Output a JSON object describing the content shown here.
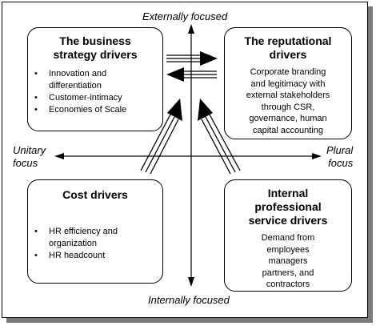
{
  "axes": {
    "top": "Externally focused",
    "bottom": "Internally focused",
    "left_line1": "Unitary",
    "left_line2": "focus",
    "right_line1": "Plural",
    "right_line2": "focus"
  },
  "boxes": {
    "business_strategy": {
      "title_line1": "The business",
      "title_line2": "strategy drivers",
      "items": [
        "Innovation and",
        "differentiation",
        "Customer-intimacy",
        "Economies of Scale"
      ]
    },
    "reputational": {
      "title_line1": "The reputational",
      "title_line2": "drivers",
      "text_lines": [
        "Corporate branding",
        "and legitimacy with",
        "external stakeholders",
        "through CSR,",
        "governance, human",
        "capital accounting"
      ]
    },
    "cost": {
      "title": "Cost drivers",
      "items": [
        "HR efficiency and",
        "organization",
        "HR headcount"
      ]
    },
    "internal_professional": {
      "title_line1": "Internal",
      "title_line2": "professional",
      "title_line3": "service drivers",
      "text_lines": [
        "Demand from",
        "employees",
        "managers",
        "partners, and",
        "contractors"
      ]
    }
  }
}
